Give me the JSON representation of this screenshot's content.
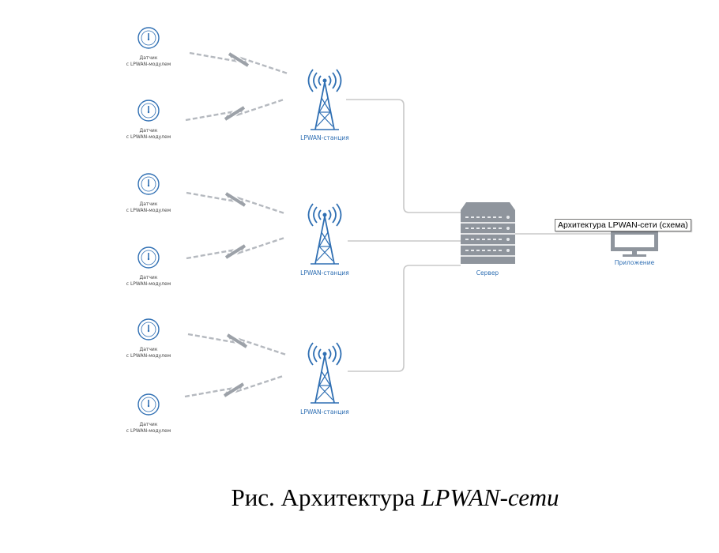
{
  "diagram": {
    "sensor_label_line1": "Датчик",
    "sensor_label_line2": "с LPWAN-модулем",
    "station_label": "LPWAN-станция",
    "server_label": "Сервер",
    "app_label": "Приложение",
    "tooltip": "Архитектура LPWAN-сети (схема)",
    "colors": {
      "accent": "#2f6fb3",
      "link": "#c8c8c8",
      "signal": "#b5b9bf",
      "device": "#8f959d"
    }
  },
  "caption": {
    "prefix": "Рис. Архитектура ",
    "emphasis": "LPWAN-сети"
  }
}
